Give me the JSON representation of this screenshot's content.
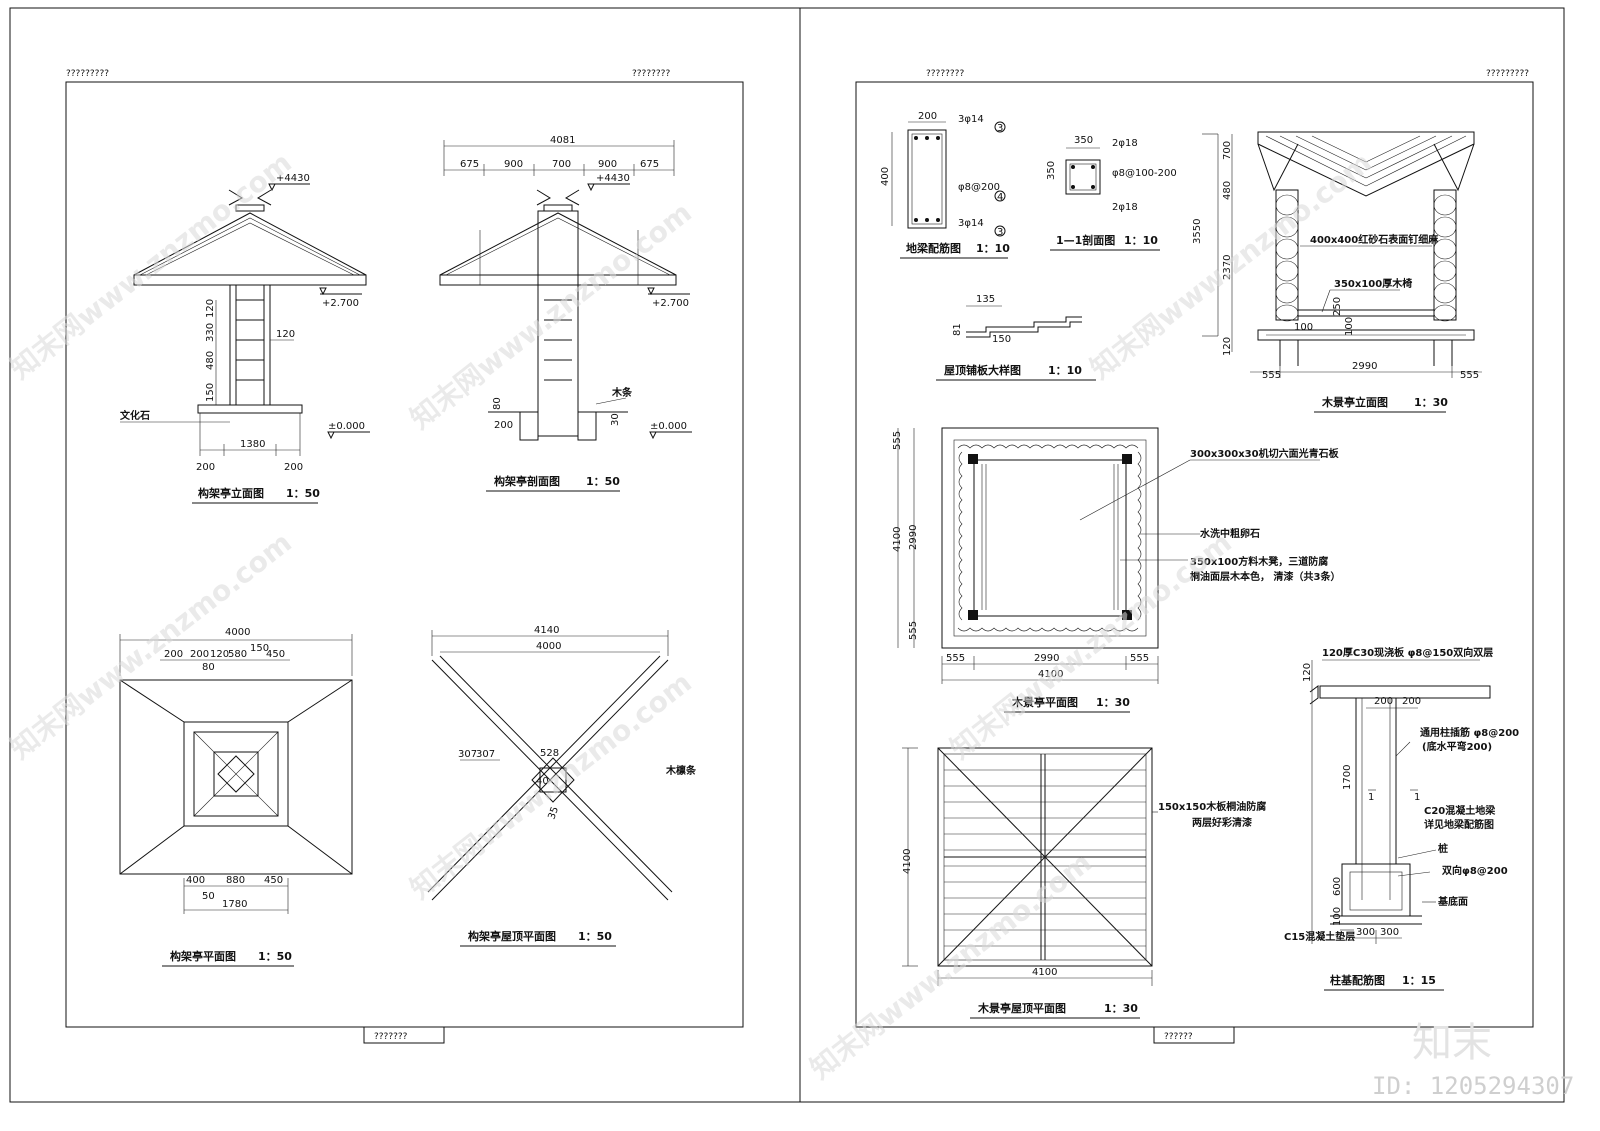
{
  "left_sheet": {
    "header_left": "?????????",
    "header_right": "????????",
    "footer": "???????",
    "views": {
      "elevation": {
        "title": "构架亭立面图",
        "scale": "1：50",
        "elev_top": "+4430",
        "elev_eave": "+2.700",
        "elev_ground": "±0.000",
        "dims": [
          "120",
          "330",
          "480",
          "150",
          "120",
          "1380",
          "200",
          "200"
        ],
        "label_stone": "文化石"
      },
      "section": {
        "title": "构架亭剖面图",
        "scale": "1：50",
        "top_dims": [
          "4081",
          "675",
          "900",
          "700",
          "900",
          "675"
        ],
        "elev_top": "+4430",
        "elev_eave": "+2.700",
        "elev_ground": "±0.000",
        "dims": [
          "80",
          "200",
          "30"
        ],
        "label_wood": "木条"
      },
      "plan": {
        "title": "构架亭平面图",
        "scale": "1：50",
        "top_dims": [
          "4000",
          "200",
          "200",
          "120",
          "580",
          "150",
          "450",
          "80"
        ],
        "bottom_dims": [
          "400",
          "880",
          "450",
          "50",
          "1780"
        ]
      },
      "roof_plan": {
        "title": "构架亭屋顶平面图",
        "scale": "1：50",
        "top_dims": [
          "4140",
          "4000"
        ],
        "dims": [
          "307",
          "307",
          "528",
          "40",
          "35"
        ],
        "label_purlin": "木檩条"
      }
    }
  },
  "right_sheet": {
    "header_left": "????????",
    "header_right": "?????????",
    "footer": "??????",
    "views": {
      "beam_detail": {
        "title": "地梁配筋图",
        "scale": "1：10",
        "dims": [
          "200",
          "400"
        ],
        "rebar": [
          "3φ14",
          "φ8@200",
          "3φ14"
        ],
        "marks": [
          "3",
          "4",
          "3"
        ]
      },
      "section_11": {
        "title": "1—1剖面图",
        "scale": "1：10",
        "dims": [
          "350",
          "350"
        ],
        "rebar": [
          "2φ18",
          "φ8@100-200",
          "2φ18"
        ]
      },
      "roof_board": {
        "title": "屋顶铺板大样图",
        "scale": "1：10",
        "dims": [
          "135",
          "81",
          "150"
        ]
      },
      "wood_elevation": {
        "title": "木景亭立面图",
        "scale": "1：30",
        "dims_v": [
          "3550",
          "700",
          "480",
          "2370",
          "120"
        ],
        "dims_inner": [
          "250",
          "100",
          "100"
        ],
        "dims_h": [
          "555",
          "2990",
          "555"
        ],
        "label_column": "400x400红砂石表面钉细麻",
        "label_bench": "350x100厚木椅"
      },
      "wood_plan": {
        "title": "木景亭平面图",
        "scale": "1：30",
        "dims_v": [
          "555",
          "4100",
          "2990",
          "555"
        ],
        "dims_h": [
          "555",
          "2990",
          "555",
          "4100"
        ],
        "note1": "300x300x30机切六面光青石板",
        "note2": "水洗中粗卵石",
        "note3a": "350x100方料木凳，三道防腐",
        "note3b": "桐油面层木本色，     清漆（共3条）"
      },
      "wood_roof_plan": {
        "title": "木景亭屋顶平面图",
        "scale": "1：30",
        "dims": [
          "4100",
          "4100"
        ],
        "note1": "150x150木板桐油防腐",
        "note2": "两层好彩清漆"
      },
      "footing": {
        "title": "柱基配筋图",
        "scale": "1：15",
        "note_slab": "120厚C30现浇板  φ8@150双向双层",
        "dims": [
          "120",
          "200",
          "200",
          "1700",
          "600",
          "100",
          "300",
          "300"
        ],
        "note_bars": "通用柱插筋 φ8@200",
        "note_bars2": "(底水平弯200)",
        "note_beam": "C20混凝土地梁",
        "note_beam2": "详见地梁配筋图",
        "note_pile": "桩",
        "note_mesh": "双向φ8@200",
        "note_base": "基底面",
        "note_cushion": "C15混凝土垫层",
        "mark1": "1",
        "mark2": "1"
      }
    }
  },
  "watermark": {
    "text": "知末网www.znzmo.com",
    "logo": "知末",
    "id": "ID: 1205294307"
  }
}
